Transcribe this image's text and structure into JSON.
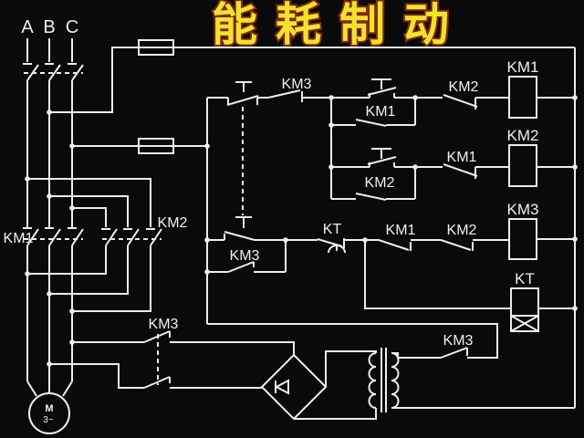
{
  "title": "能耗制动",
  "colors": {
    "background": "#0a0a0a",
    "line": "#ededed",
    "label": "#f0f0f0",
    "title_fill": "#f2e22e",
    "title_outline": "#7c2a0a"
  },
  "phase_labels": {
    "a": "A",
    "b": "B",
    "c": "C"
  },
  "labels": {
    "main_km1": "KM1",
    "main_km2": "KM2",
    "main_km3": "KM3",
    "row1_km3_nc": "KM3",
    "row1_km2_interlock": "KM2",
    "row1_km1_selfhold": "KM1",
    "coil_km1": "KM1",
    "row2_km1_interlock": "KM1",
    "row2_km2_selfhold": "KM2",
    "coil_km2": "KM2",
    "row3_km3_parallel": "KM3",
    "row3_kt_contact": "KT",
    "row3_km1_no": "KM1",
    "row3_km2_no": "KM2",
    "coil_km3": "KM3",
    "coil_kt": "KT",
    "transformer_km3": "KM3",
    "motor_letter": "M",
    "motor_phase": "3~"
  }
}
